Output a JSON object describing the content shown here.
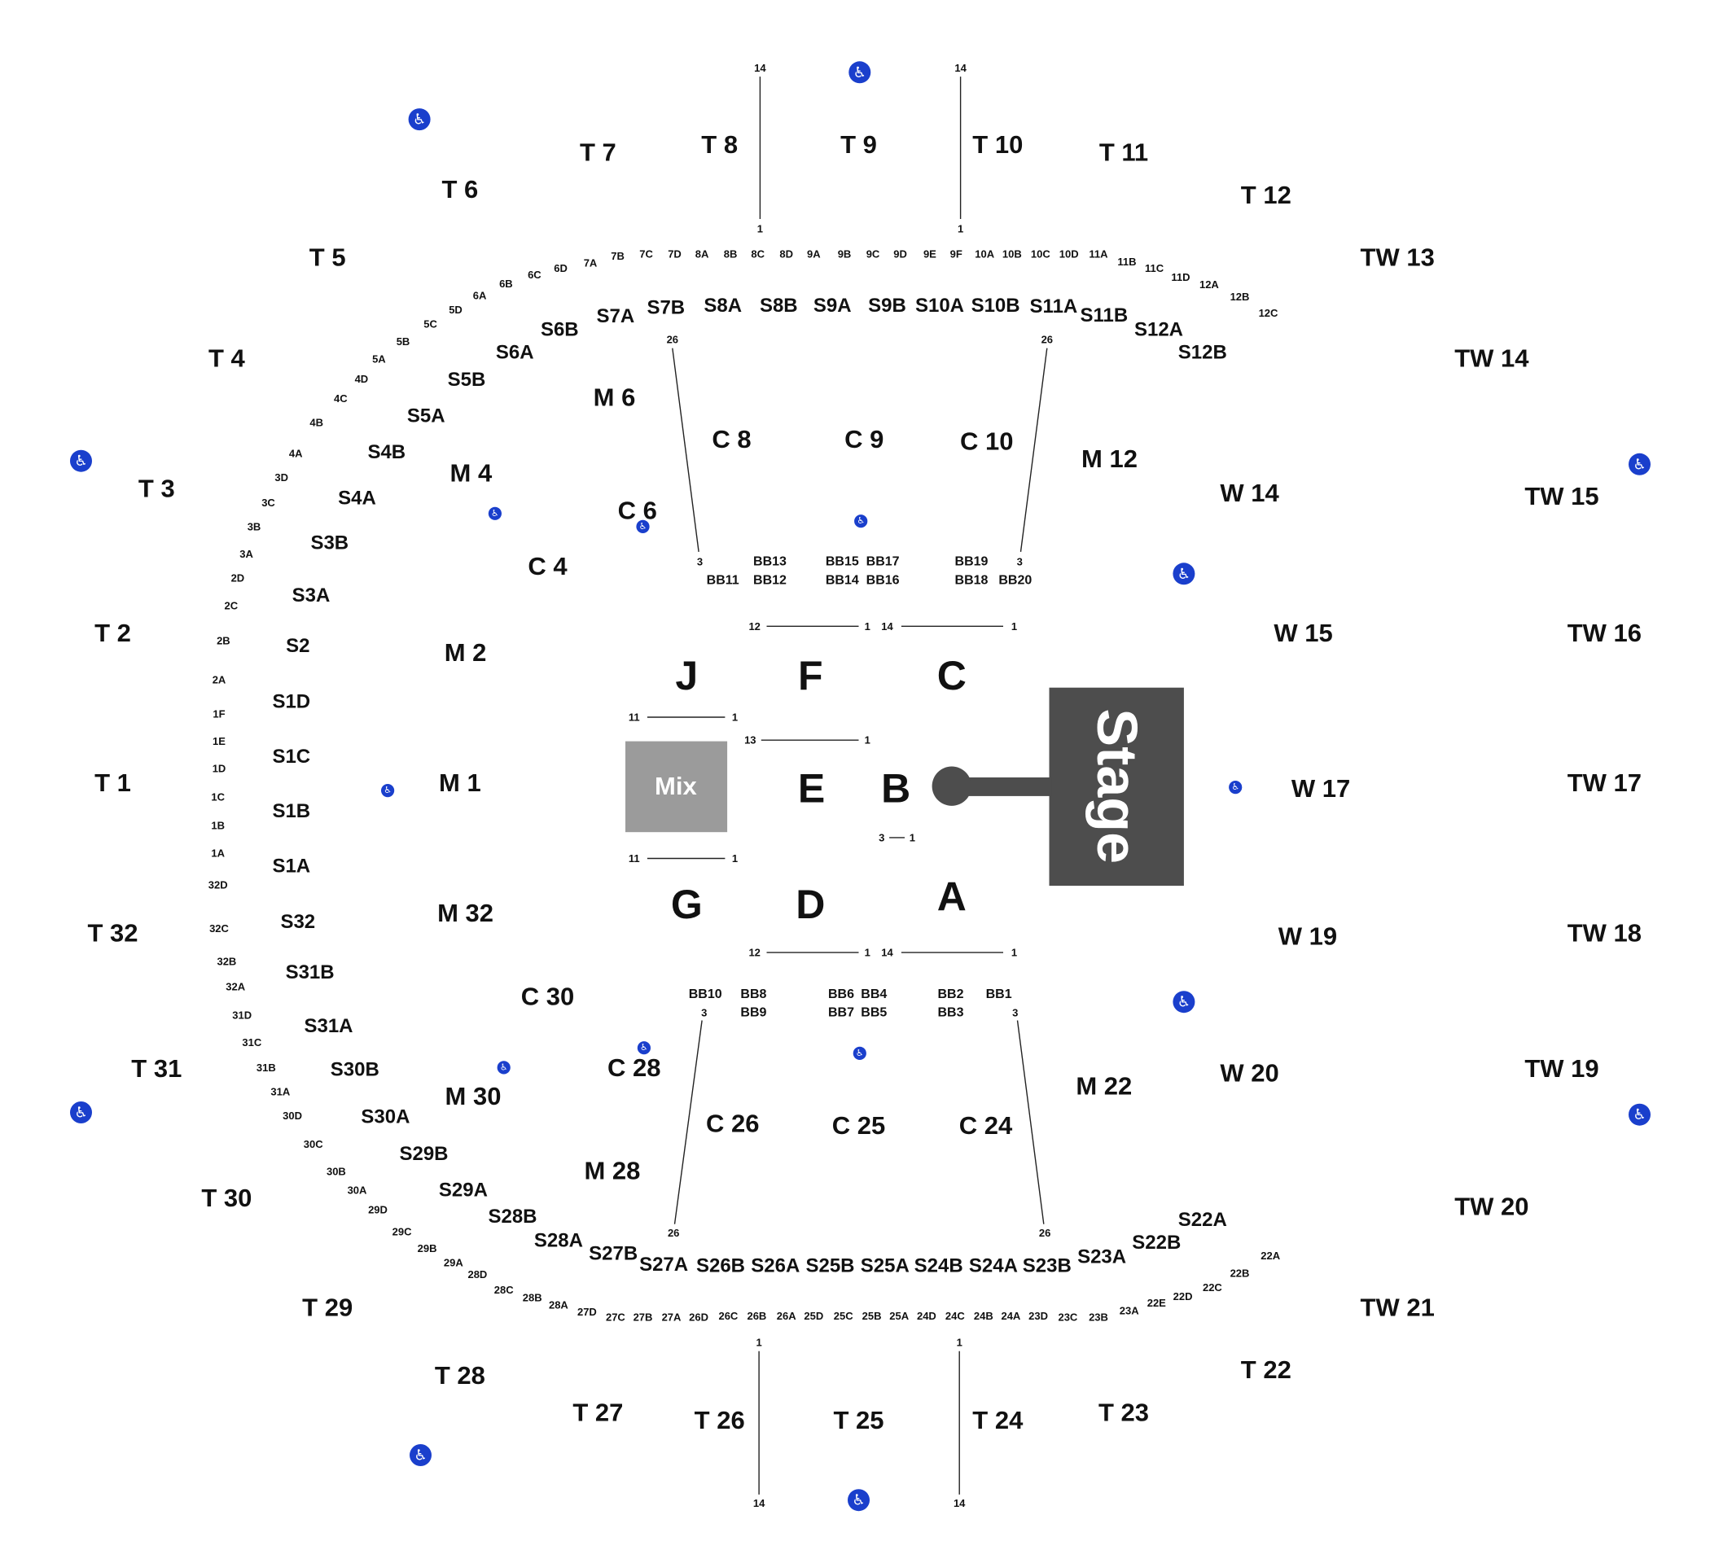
{
  "colors": {
    "stage": "#4d4d4d",
    "mix": "#9b9b9b",
    "accessible": "#1a3fcc",
    "text": "#111111"
  },
  "venue": {
    "stage_label": "Stage",
    "mix_label": "Mix"
  },
  "floor_sections": [
    "J",
    "F",
    "C",
    "E",
    "B",
    "G",
    "D",
    "A"
  ],
  "t_sections": [
    "T 1",
    "T 2",
    "T 3",
    "T 4",
    "T 5",
    "T 6",
    "T 7",
    "T 8",
    "T 9",
    "T 10",
    "T 11",
    "T 12",
    "T 22",
    "T 23",
    "T 24",
    "T 25",
    "T 26",
    "T 27",
    "T 28",
    "T 29",
    "T 30",
    "T 31",
    "T 32"
  ],
  "tw_sections": [
    "TW 13",
    "TW 14",
    "TW 15",
    "TW 16",
    "TW 17",
    "TW 18",
    "TW 19",
    "TW 20",
    "TW 21"
  ],
  "m_sections": [
    "M 1",
    "M 2",
    "M 4",
    "M 6",
    "M 12",
    "M 22",
    "M 28",
    "M 30",
    "M 32"
  ],
  "w_sections": [
    "W 14",
    "W 15",
    "W 17",
    "W 19",
    "W 20"
  ],
  "c_sections": [
    "C 4",
    "C 6",
    "C 8",
    "C 9",
    "C 10",
    "C 24",
    "C 25",
    "C 26",
    "C 28",
    "C 30"
  ],
  "s_sections_left": [
    "S1A",
    "S1B",
    "S1C",
    "S1D",
    "S2",
    "S3A",
    "S3B",
    "S4A",
    "S4B",
    "S5A",
    "S5B",
    "S6A",
    "S6B",
    "S7A",
    "S32",
    "S31B",
    "S31A",
    "S30B",
    "S30A",
    "S29B",
    "S29A",
    "S28B",
    "S28A",
    "S27B"
  ],
  "s_sections_top": [
    "S7B",
    "S8A",
    "S8B",
    "S9A",
    "S9B",
    "S10A",
    "S10B",
    "S11A",
    "S11B",
    "S12A",
    "S12B"
  ],
  "s_sections_bottom": [
    "S27A",
    "S26B",
    "S26A",
    "S25B",
    "S25A",
    "S24B",
    "S24A",
    "S23B",
    "S23A",
    "S22B",
    "S22A"
  ],
  "box_rows_top": [
    "BB13",
    "BB12",
    "BB11",
    "BB15",
    "BB14",
    "BB17",
    "BB16",
    "BB19",
    "BB18",
    "BB20"
  ],
  "box_rows_bottom": [
    "BB10",
    "BB8",
    "BB9",
    "BB6",
    "BB7",
    "BB4",
    "BB5",
    "BB2",
    "BB3",
    "BB1"
  ],
  "ring_left": [
    "7A",
    "6D",
    "6C",
    "6B",
    "6A",
    "5D",
    "5C",
    "5B",
    "5A",
    "4D",
    "4C",
    "4B",
    "4A",
    "3D",
    "3C",
    "3B",
    "3A",
    "2D",
    "2C",
    "2B",
    "2A",
    "1F",
    "1E",
    "1D",
    "1C",
    "1B",
    "1A",
    "32D",
    "32C",
    "32B",
    "32A",
    "31D",
    "31C",
    "31B",
    "31A",
    "30D",
    "30C",
    "30B",
    "30A",
    "29D",
    "29C",
    "29B",
    "29A",
    "28D",
    "28C",
    "28B",
    "28A",
    "27D"
  ],
  "ring_top": [
    "7B",
    "7C",
    "7D",
    "8A",
    "8B",
    "8C",
    "8D",
    "9A",
    "9B",
    "9C",
    "9D",
    "9E",
    "9F",
    "10A",
    "10B",
    "10C",
    "10D",
    "11A",
    "11B",
    "11C",
    "11D",
    "12A",
    "12B",
    "12C"
  ],
  "ring_bottom": [
    "27C",
    "27B",
    "27A",
    "26D",
    "26C",
    "26B",
    "26A",
    "25D",
    "25C",
    "25B",
    "25A",
    "24D",
    "24C",
    "24B",
    "24A",
    "23D",
    "23C",
    "23B",
    "23A",
    "22E",
    "22D",
    "22C",
    "22B",
    "22A"
  ],
  "row_numbers": {
    "one": "1",
    "three": "3",
    "eleven": "11",
    "twelve": "12",
    "thirteen": "13",
    "fourteen": "14",
    "twentysix": "26"
  },
  "accessible_icon": "wheelchair-icon",
  "accessible_glyph": "♿"
}
